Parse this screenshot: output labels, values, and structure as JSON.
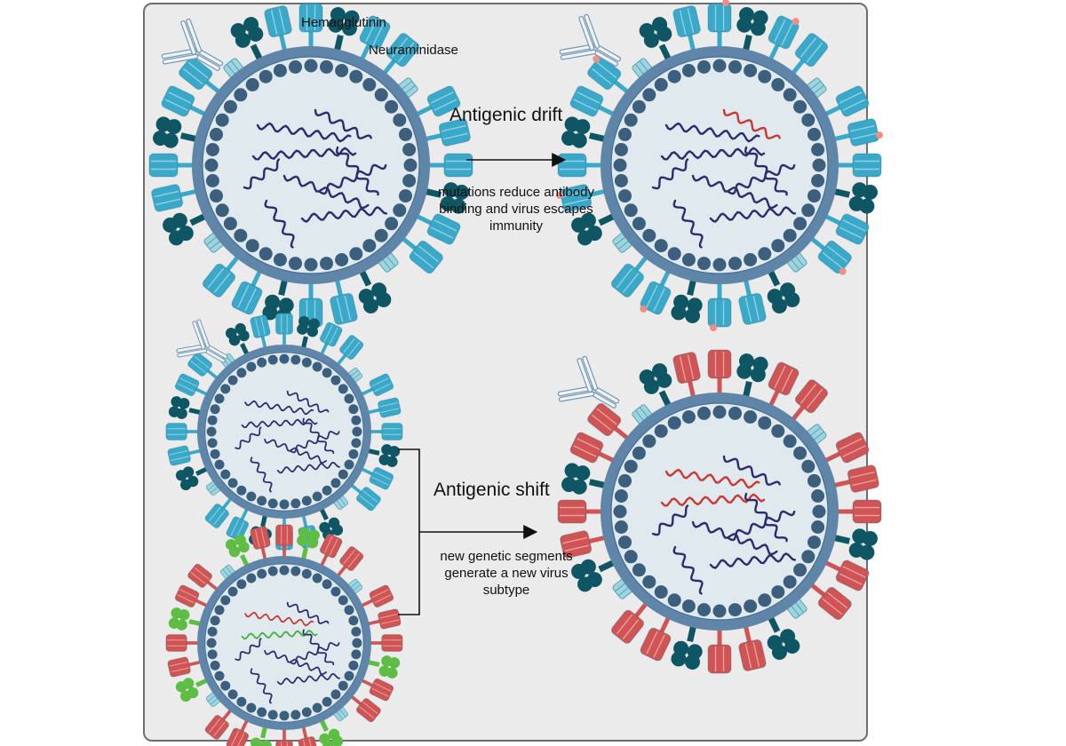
{
  "labels": {
    "hemagglutinin": "Hemagglutinin",
    "neuraminidase": "Neuraminidase"
  },
  "drift": {
    "title": "Antigenic drift",
    "description": "mutations reduce antibody binding and virus escapes immunity"
  },
  "shift": {
    "title": "Antigenic shift",
    "description": "new genetic segments generate a new virus subtype"
  },
  "colors": {
    "panel_bg": "#ebebeb",
    "membrane": "#5f86a8",
    "capsid_bead": "#3d5f7e",
    "interior": "#dfe9ee",
    "ha_blue": "#3aa8c8",
    "ha_red": "#d05454",
    "na_dark": "#0f5665",
    "na_green": "#5ebd45",
    "m2_light": "#9cd4df",
    "rna_blue": "#2a2e6e",
    "rna_red": "#c83a36",
    "rna_green": "#3fae3c",
    "mutation_dot": "#f08e86",
    "antibody": "#eef5fb"
  },
  "viruses": [
    {
      "id": "drift-original",
      "ha": "blue",
      "na": "dark",
      "mutations": false,
      "rna": [
        "blue",
        "blue",
        "blue",
        "blue",
        "blue",
        "blue",
        "blue",
        "blue",
        "blue"
      ]
    },
    {
      "id": "drift-mutated",
      "ha": "blue",
      "na": "dark",
      "mutations": true,
      "rna": [
        "blue",
        "red",
        "blue",
        "blue",
        "blue",
        "blue",
        "blue",
        "blue",
        "blue"
      ]
    },
    {
      "id": "shift-parent-a",
      "ha": "blue",
      "na": "dark",
      "mutations": false,
      "rna": [
        "blue",
        "blue",
        "blue",
        "blue",
        "blue",
        "blue",
        "blue",
        "blue",
        "blue"
      ]
    },
    {
      "id": "shift-parent-b",
      "ha": "red",
      "na": "green",
      "mutations": false,
      "rna": [
        "red",
        "blue",
        "green",
        "blue",
        "blue",
        "blue",
        "blue",
        "blue",
        "blue"
      ]
    },
    {
      "id": "shift-new-subtype",
      "ha": "red",
      "na": "dark",
      "mutations": false,
      "rna": [
        "red",
        "blue",
        "red",
        "blue",
        "blue",
        "blue",
        "blue",
        "blue",
        "blue"
      ]
    }
  ]
}
